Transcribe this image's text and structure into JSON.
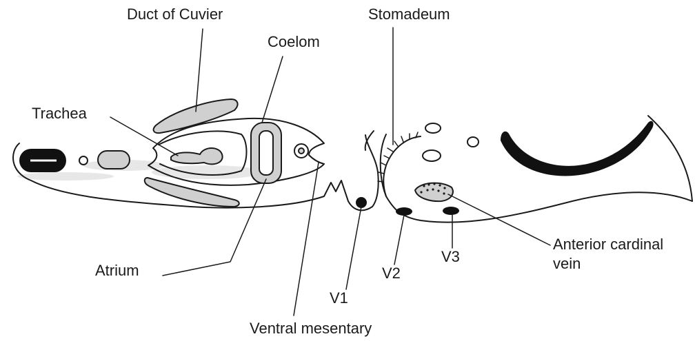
{
  "diagram": {
    "labels": {
      "duct_of_cuvier": "Duct of Cuvier",
      "stomadeum": "Stomadeum",
      "coelom": "Coelom",
      "trachea": "Trachea",
      "atrium": "Atrium",
      "ventral_mesentary": "Ventral mesentary",
      "v1": "V1",
      "v2": "V2",
      "v3": "V3",
      "anterior_cardinal_vein_line1": "Anterior cardinal",
      "anterior_cardinal_vein_line2": "vein"
    }
  }
}
